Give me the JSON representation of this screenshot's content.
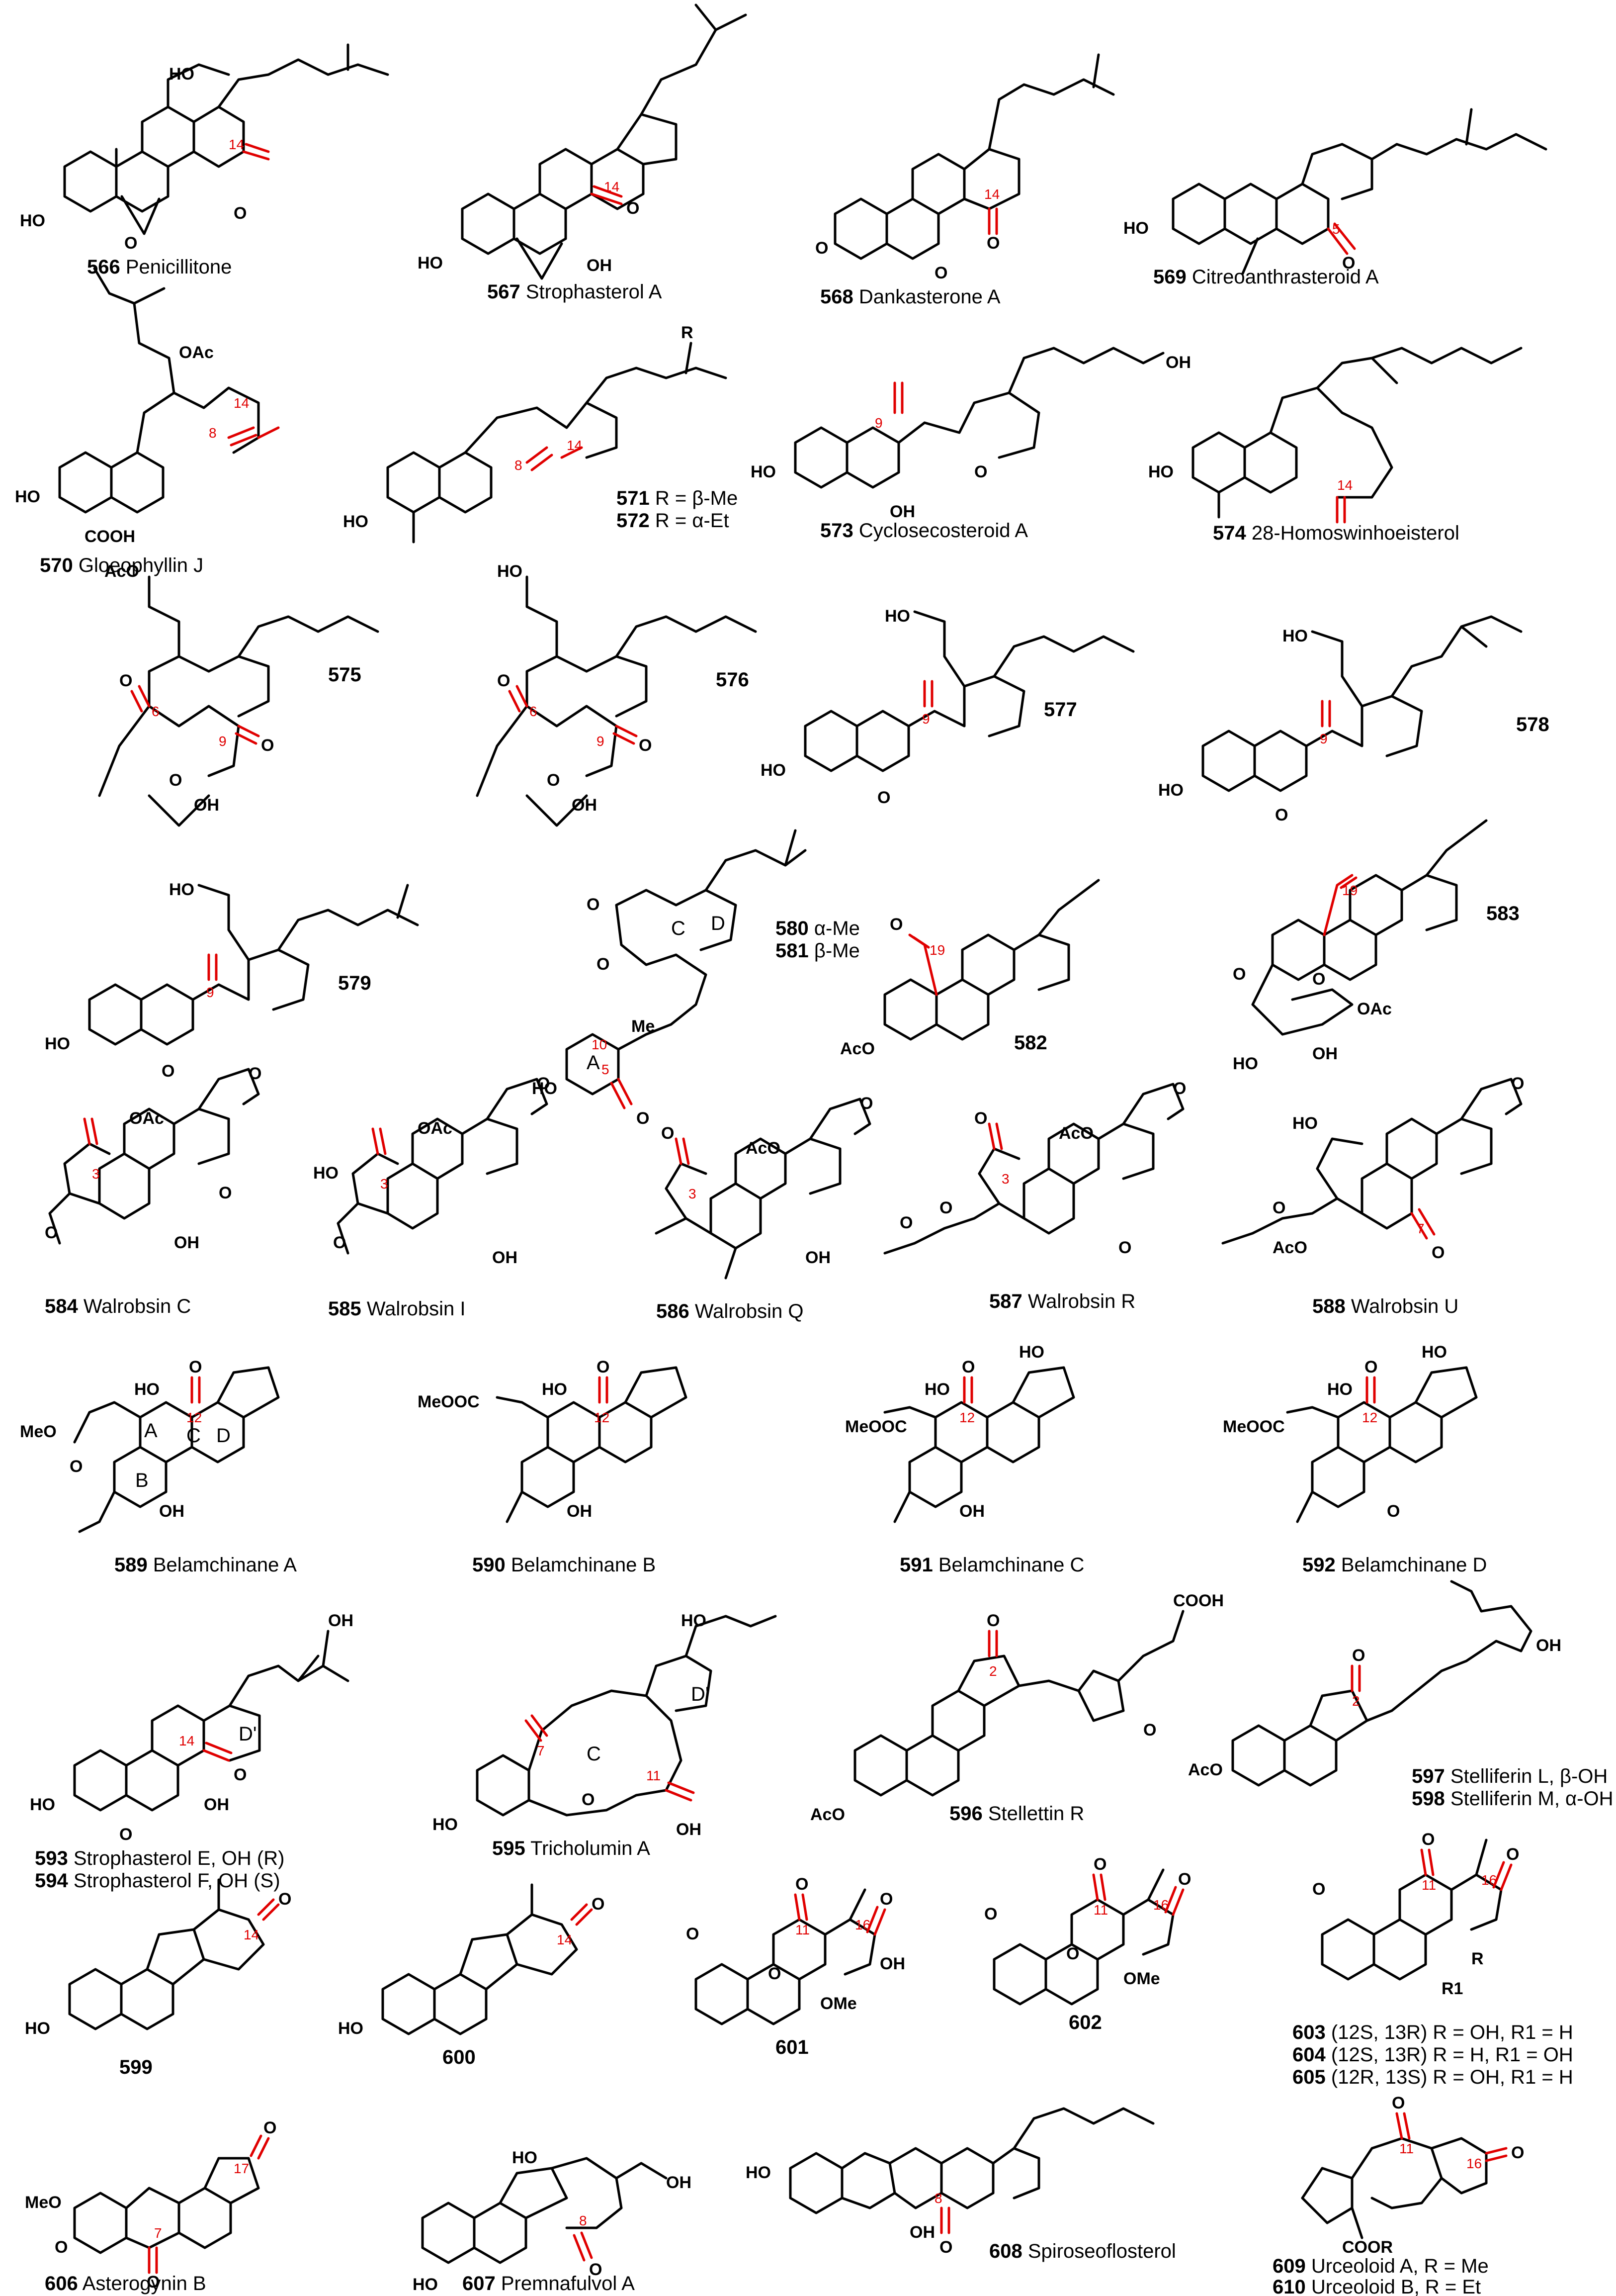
{
  "compounds": [
    {
      "num": "566",
      "name": "Penicillitone"
    },
    {
      "num": "567",
      "name": "Strophasterol A"
    },
    {
      "num": "568",
      "name": "Dankasterone A"
    },
    {
      "num": "569",
      "name": "Citreoanthrasteroid A"
    },
    {
      "num": "570",
      "name": "Gloeophyllin J"
    },
    {
      "num": "571",
      "name": "R = β-Me"
    },
    {
      "num": "572",
      "name": "R = α-Et"
    },
    {
      "num": "573",
      "name": "Cyclosecosteroid A"
    },
    {
      "num": "574",
      "name": "28-Homoswinhoeisterol"
    },
    {
      "num": "575",
      "name": ""
    },
    {
      "num": "576",
      "name": ""
    },
    {
      "num": "577",
      "name": ""
    },
    {
      "num": "578",
      "name": ""
    },
    {
      "num": "579",
      "name": ""
    },
    {
      "num": "580",
      "name": "α-Me"
    },
    {
      "num": "581",
      "name": "β-Me"
    },
    {
      "num": "582",
      "name": ""
    },
    {
      "num": "583",
      "name": ""
    },
    {
      "num": "584",
      "name": "Walrobsin C"
    },
    {
      "num": "585",
      "name": "Walrobsin I"
    },
    {
      "num": "586",
      "name": "Walrobsin Q"
    },
    {
      "num": "587",
      "name": "Walrobsin R"
    },
    {
      "num": "588",
      "name": "Walrobsin U"
    },
    {
      "num": "589",
      "name": "Belamchinane A"
    },
    {
      "num": "590",
      "name": "Belamchinane B"
    },
    {
      "num": "591",
      "name": "Belamchinane C"
    },
    {
      "num": "592",
      "name": "Belamchinane D"
    },
    {
      "num": "593",
      "name": "Strophasterol E, OH (R)"
    },
    {
      "num": "594",
      "name": "Strophasterol F, OH (S)"
    },
    {
      "num": "595",
      "name": "Tricholumin A"
    },
    {
      "num": "596",
      "name": "Stellettin R"
    },
    {
      "num": "597",
      "name": "Stelliferin L, β-OH"
    },
    {
      "num": "598",
      "name": "Stelliferin M, α-OH"
    },
    {
      "num": "599",
      "name": ""
    },
    {
      "num": "600",
      "name": ""
    },
    {
      "num": "601",
      "name": ""
    },
    {
      "num": "602",
      "name": ""
    },
    {
      "num": "603",
      "name": "(12S, 13R) R = OH, R1 = H"
    },
    {
      "num": "604",
      "name": "(12S, 13R) R = H, R1 = OH"
    },
    {
      "num": "605",
      "name": "(12R, 13S) R = OH, R1 = H"
    },
    {
      "num": "606",
      "name": "Asterogynin B"
    },
    {
      "num": "607",
      "name": "Premnafulvol A"
    },
    {
      "num": "608",
      "name": "Spiroseoflosterol"
    },
    {
      "num": "609",
      "name": "Urceoloid A, R = Me"
    },
    {
      "num": "610",
      "name": "Urceoloid B, R = Et"
    }
  ],
  "atoms": {
    "ho": "HO",
    "oh": "OH",
    "o": "O",
    "h": "H",
    "oac": "OAc",
    "aco": "AcO",
    "cooh": "COOH",
    "meo": "MeO",
    "meooc": "MeOOC",
    "ome": "OMe",
    "coor": "COOR",
    "r": "R",
    "r1": "R1",
    "me": "Me"
  },
  "rings": {
    "a": "A",
    "b": "B",
    "c": "C",
    "d": "D",
    "dprime": "D'"
  },
  "locants": [
    "14",
    "5",
    "8",
    "9",
    "6",
    "19",
    "10",
    "3",
    "7",
    "12",
    "11",
    "2",
    "16",
    "17"
  ]
}
